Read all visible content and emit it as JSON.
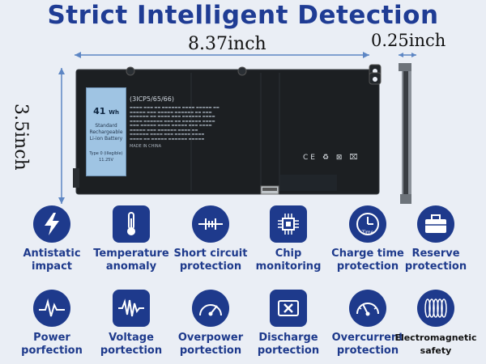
{
  "title": "Strict Intelligent Detection",
  "dimensions": {
    "width": "8.37inch",
    "thickness": "0.25inch",
    "height": "3.5inch"
  },
  "battery_label": {
    "capacity": "41",
    "unit": "Wh",
    "line1": "Standard",
    "line2": "Rechargeable",
    "line3": "Li-ion Battery",
    "type": "Type 0 (illegible)",
    "voltage": "11.25V"
  },
  "battery_spec": {
    "code": "(3ICP5/65/66)",
    "made_in": "MADE IN CHINA"
  },
  "features_row1": [
    {
      "label1": "Antistatic",
      "label2": "impact",
      "icon": "lightning-icon"
    },
    {
      "label1": "Temperature",
      "label2": "anomaly",
      "icon": "thermometer-icon"
    },
    {
      "label1": "Short circuit",
      "label2": "protection",
      "icon": "circuit-icon"
    },
    {
      "label1": "Chip",
      "label2": "monitoring",
      "icon": "chip-icon"
    },
    {
      "label1": "Charge time",
      "label2": "protection",
      "icon": "clock-icon"
    },
    {
      "label1": "Reserve",
      "label2": "protection",
      "icon": "briefcase-icon"
    }
  ],
  "features_row2": [
    {
      "label1": "Power",
      "label2": "porfection",
      "icon": "pulse-icon"
    },
    {
      "label1": "Voltage",
      "label2": "portection",
      "icon": "waveform-icon"
    },
    {
      "label1": "Overpower",
      "label2": "portection",
      "icon": "gauge-icon"
    },
    {
      "label1": "Discharge",
      "label2": "portection",
      "icon": "discharge-icon"
    },
    {
      "label1": "Overcurrent",
      "label2": "protection",
      "icon": "meter-icon"
    },
    {
      "label1": "Electromagnetic",
      "label2": "safety",
      "icon": "coil-icon"
    }
  ],
  "colors": {
    "accent": "#1e3a8c",
    "dimension_lines": "#5d86c4",
    "battery_body": "#1c1f22"
  }
}
